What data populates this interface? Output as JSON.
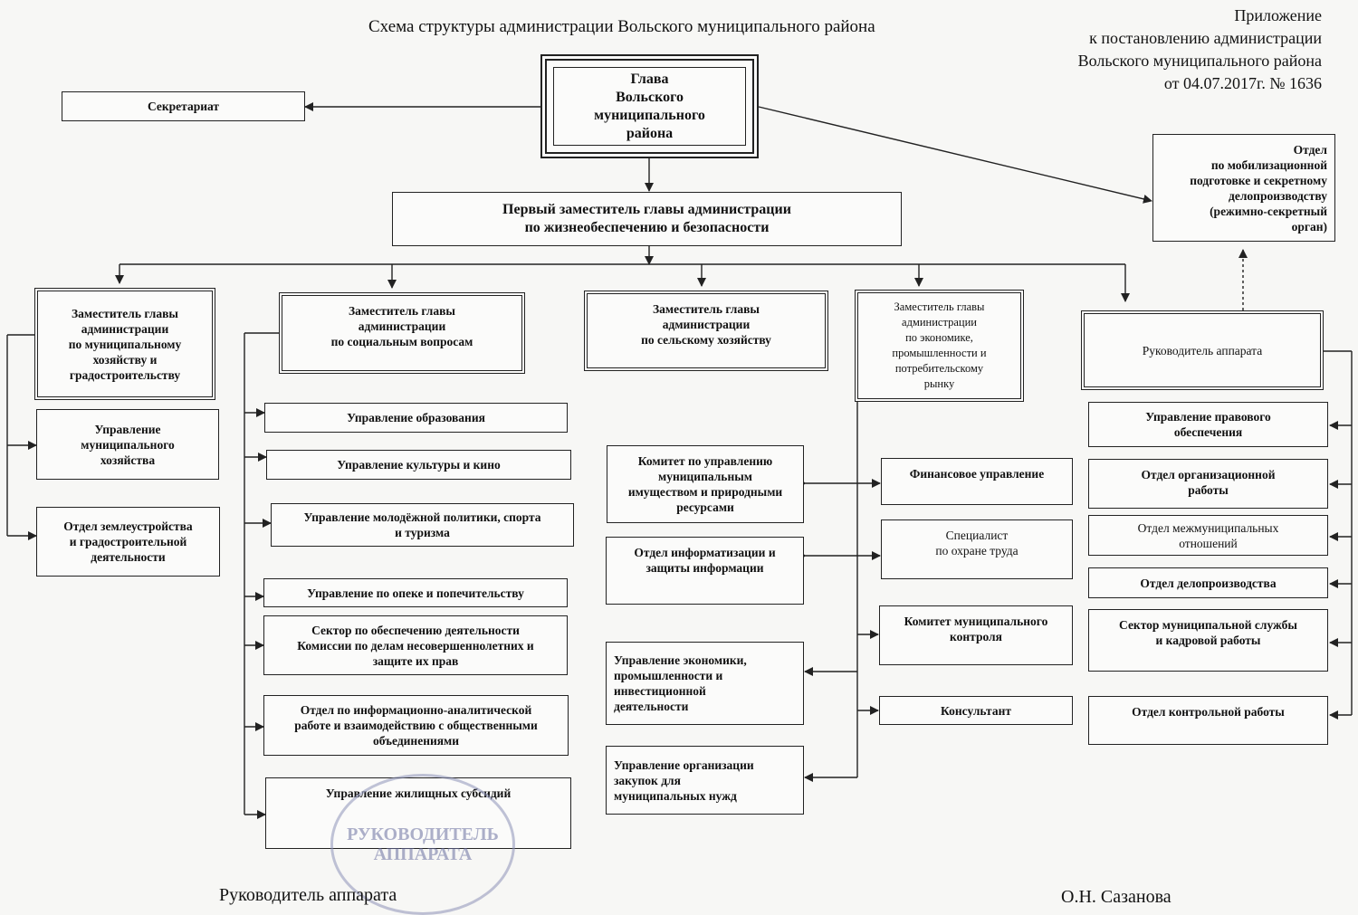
{
  "header": {
    "title": "Схема структуры администрации Вольского муниципального района",
    "appendix": {
      "line1": "Приложение",
      "line2": "к постановлению администрации",
      "line3": "Вольского муниципального района",
      "line4": "от   04.07.2017г.  №  1636"
    }
  },
  "boxes": {
    "head": "Глава\nВольского\nмуниципального\nрайона",
    "secretariat": "Секретариат",
    "mobilization": "Отдел\nпо мобилизационной\nподготовке и секретному\nделопроизводству\n(режимно-секретный\nорган)",
    "first_deputy": "Первый заместитель главы администрации\nпо жизнеобеспечению и безопасности",
    "dep_municipal": "Заместитель главы\nадминистрации\nпо муниципальному\nхозяйству и\nградостроительству",
    "dep_social": "Заместитель главы\nадминистрации\nпо социальным вопросам",
    "dep_agriculture": "Заместитель главы\nадминистрации\nпо сельскому хозяйству",
    "dep_economy": "Заместитель главы\nадминистрации\nпо экономике,\nпромышленности и\nпотребительскому\nрынку",
    "chief_of_staff": "Руководитель аппарата"
  },
  "municipal_units": [
    "Управление\nмуниципального\nхозяйства",
    "Отдел землеустройства\nи градостроительной\nдеятельности"
  ],
  "social_units": [
    "Управление  образования",
    "Управление  культуры  и  кино",
    "Управление молодёжной политики,  спорта\nи  туризма",
    "Управление по опеке и попечительству",
    "Сектор по обеспечению деятельности\nКомиссии по делам несовершеннолетних и\nзащите их прав",
    "Отдел по информационно-аналитической\nработе и  взаимодействию с общественными\nобъединениями",
    "Управление жилищных субсидий"
  ],
  "agri_units": [
    "Комитет по управлению\nмуниципальным\nимуществом и природными\nресурсами",
    "Отдел информатизации и\nзащиты информации",
    "Управление экономики,\nпромышленности  и\nинвестиционной\nдеятельности",
    "Управление организации\nзакупок  для\nмуниципальных  нужд"
  ],
  "economy_units": [
    "Финансовое  управление",
    "Специалист\nпо охране труда",
    "Комитет муниципального\nконтроля",
    "Консультант"
  ],
  "staff_units": [
    "Управление правового\nобеспечения",
    "Отдел организационной\nработы",
    "Отдел  межмуниципальных\nотношений",
    "Отдел  делопроизводства",
    "Сектор муниципальной службы\nи кадровой работы",
    "Отдел контрольной работы"
  ],
  "stamp": {
    "text": "РУКОВОДИТЕЛЬ\nАППАРАТА"
  },
  "footer": {
    "position": "Руководитель аппарата",
    "name": "О.Н. Сазанова"
  }
}
